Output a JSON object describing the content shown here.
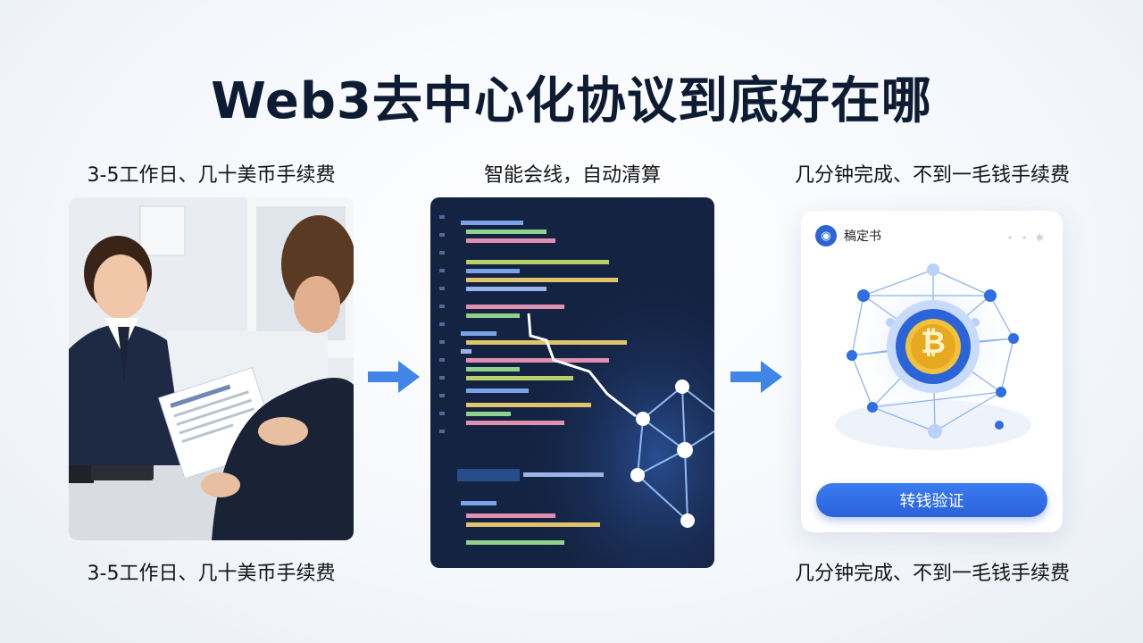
{
  "title": "Web3去中心化协议到底好在哪",
  "captions": {
    "left_top": "3-5工作日、几十美币手续费",
    "left_bottom": "3-5工作日、几十美币手续费",
    "middle_top": "智能会线，自动清算",
    "right_top": "几分钟完成、不到一毛钱手续费",
    "right_bottom": "几分钟完成、不到一毛钱手续费"
  },
  "card": {
    "brand": "稿定书",
    "button_label": "转钱验证",
    "coin_symbol": "₿"
  },
  "colors": {
    "accent": "#2b63d9",
    "arrow": "#3f86e8",
    "code_bg": "#142342",
    "title": "#0d1b33"
  },
  "icons": [
    "right-arrow-icon",
    "right-arrow-icon",
    "bitcoin-icon",
    "wallet-logo-icon"
  ]
}
